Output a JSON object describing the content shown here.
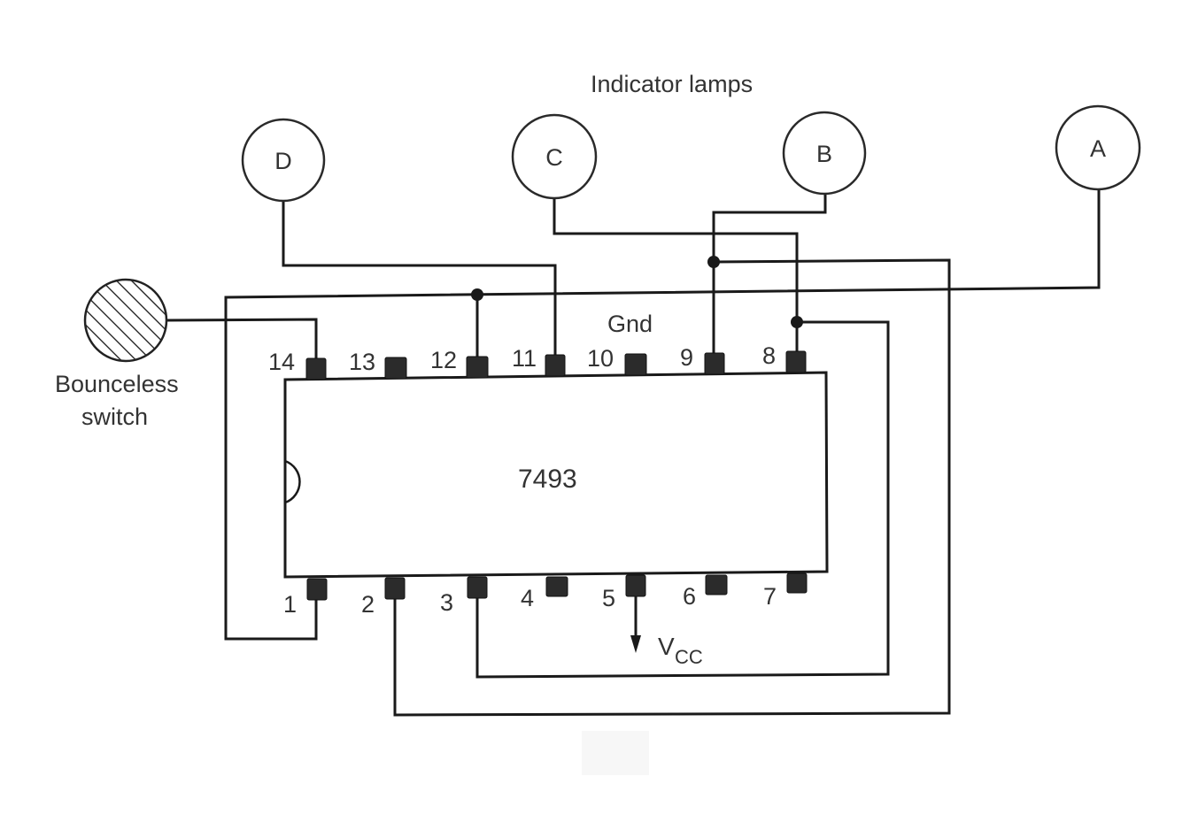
{
  "diagram": {
    "title": "Indicator lamps",
    "chip": {
      "label": "7493"
    },
    "lamps": [
      {
        "id": "D",
        "label": "D"
      },
      {
        "id": "C",
        "label": "C"
      },
      {
        "id": "B",
        "label": "B"
      },
      {
        "id": "A",
        "label": "A"
      }
    ],
    "switch": {
      "label_line1": "Bounceless",
      "label_line2": "switch"
    },
    "top_pins": [
      "14",
      "13",
      "12",
      "11",
      "10",
      "9",
      "8"
    ],
    "bottom_pins": [
      "1",
      "2",
      "3",
      "4",
      "5",
      "6",
      "7"
    ],
    "gnd_label": "Gnd",
    "vcc_label": "V",
    "vcc_sub": "CC",
    "connections": [
      {
        "from": "Lamp D",
        "to": "Pin 11"
      },
      {
        "from": "Lamp C",
        "to": "Pin 8"
      },
      {
        "from": "Lamp B",
        "to": "Pin 9"
      },
      {
        "from": "Lamp A",
        "to": "Pin 12"
      },
      {
        "from": "Bounceless switch",
        "to": "Pin 14"
      },
      {
        "from": "Pin 12",
        "to": "Pin 1"
      },
      {
        "from": "Pin 9",
        "to": "Pin 2"
      },
      {
        "from": "Pin 8",
        "to": "Pin 3"
      },
      {
        "from": "Pin 5",
        "to": "Vcc"
      },
      {
        "from": "Pin 10",
        "to": "Gnd"
      }
    ]
  }
}
